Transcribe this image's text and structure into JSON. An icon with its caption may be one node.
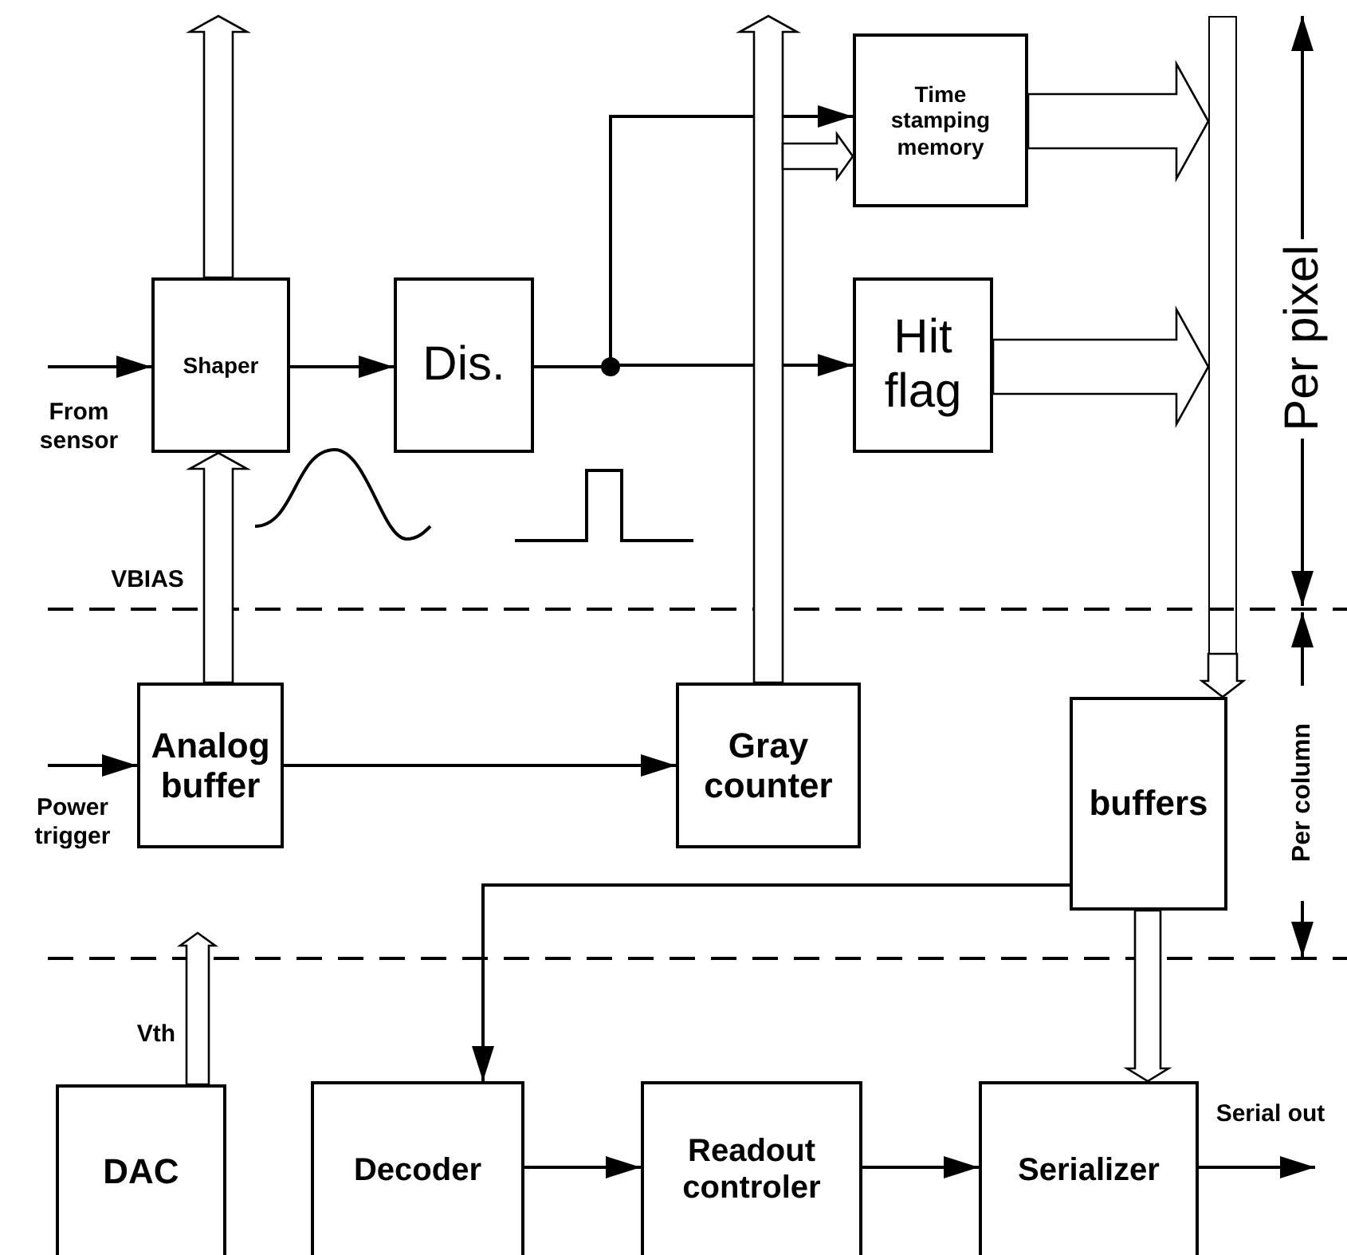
{
  "diagram": {
    "nodes": [
      {
        "text": [
          "Shaper"
        ]
      },
      {
        "text": [
          "Dis."
        ]
      },
      {
        "text": [
          "Time stamping memory"
        ]
      },
      {
        "text": [
          "Hit flag"
        ]
      },
      {
        "text": [
          "Analog buffer"
        ]
      },
      {
        "text": [
          "Gray counter"
        ]
      },
      {
        "text": [
          "buffers"
        ]
      },
      {
        "text": [
          "DAC"
        ]
      },
      {
        "text": [
          "Decoder"
        ]
      },
      {
        "text": [
          "Readout controler"
        ]
      },
      {
        "text": [
          "Serializer"
        ]
      },
      {
        "text": [],
        "shape": "bar"
      }
    ],
    "edges": [
      {
        "from": null,
        "to": 0,
        "arrow": "to",
        "label": "From sensor"
      },
      {
        "from": 0,
        "to": 1,
        "arrow": "to"
      },
      {
        "from": 1,
        "to": 2,
        "arrow": "to"
      },
      {
        "from": 1,
        "to": 3,
        "arrow": "to"
      },
      {
        "from": 4,
        "to": 0,
        "arrow": "to",
        "style": "thick",
        "label": "VBIAS"
      },
      {
        "from": 0,
        "to": null,
        "arrow": "to",
        "style": "thick"
      },
      {
        "from": 5,
        "to": null,
        "arrow": "to",
        "style": "thick"
      },
      {
        "from": 5,
        "to": 2,
        "arrow": "to",
        "style": "thick"
      },
      {
        "from": 2,
        "to": 11,
        "arrow": "to",
        "style": "thick"
      },
      {
        "from": 3,
        "to": 11,
        "arrow": "to",
        "style": "thick"
      },
      {
        "from": 11,
        "to": 6,
        "arrow": "to",
        "style": "thick"
      },
      {
        "from": null,
        "to": 4,
        "arrow": "to",
        "label": "Power trigger"
      },
      {
        "from": 4,
        "to": 5,
        "arrow": "to"
      },
      {
        "from": 7,
        "to": null,
        "arrow": "to",
        "style": "thick",
        "label": "Vth"
      },
      {
        "from": 6,
        "to": 8,
        "arrow": "to"
      },
      {
        "from": 6,
        "to": 10,
        "arrow": "to",
        "style": "thick"
      },
      {
        "from": 8,
        "to": 9,
        "arrow": "to"
      },
      {
        "from": 9,
        "to": 10,
        "arrow": "to"
      },
      {
        "from": 10,
        "to": null,
        "arrow": "to",
        "label": "Serial out"
      }
    ],
    "labels": [
      "Per pixel",
      "Per column"
    ]
  }
}
